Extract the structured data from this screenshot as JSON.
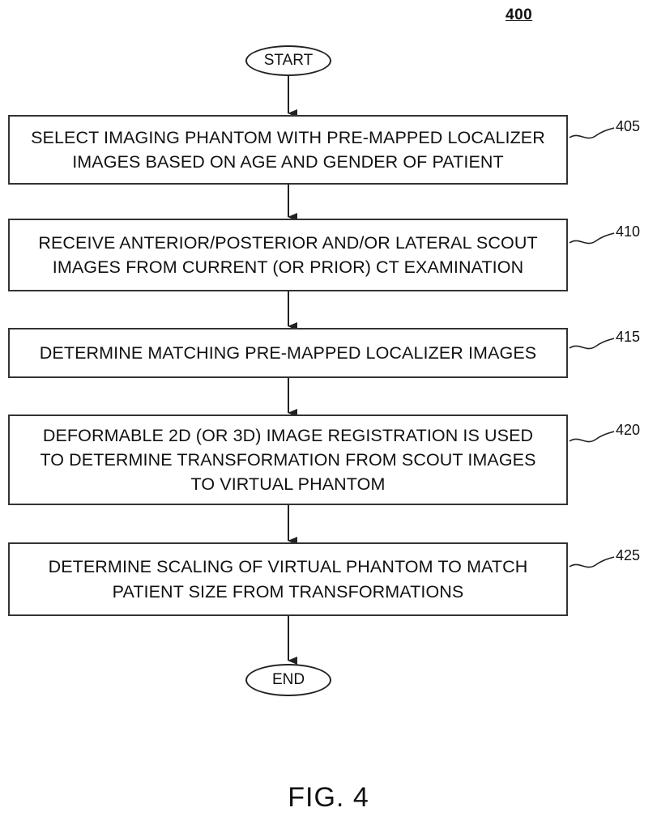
{
  "figure_ref": "400",
  "start_label": "START",
  "end_label": "END",
  "steps": [
    {
      "num": "405",
      "line1": "SELECT IMAGING PHANTOM WITH PRE-MAPPED LOCALIZER",
      "line2": "IMAGES BASED ON AGE AND GENDER OF PATIENT",
      "line3": ""
    },
    {
      "num": "410",
      "line1": "RECEIVE ANTERIOR/POSTERIOR AND/OR LATERAL SCOUT",
      "line2": "IMAGES FROM CURRENT (OR PRIOR) CT EXAMINATION",
      "line3": ""
    },
    {
      "num": "415",
      "line1": "DETERMINE MATCHING PRE-MAPPED LOCALIZER IMAGES",
      "line2": "",
      "line3": ""
    },
    {
      "num": "420",
      "line1": "DEFORMABLE 2D (OR 3D) IMAGE REGISTRATION IS USED",
      "line2": "TO DETERMINE TRANSFORMATION FROM SCOUT IMAGES",
      "line3": "TO VIRTUAL PHANTOM"
    },
    {
      "num": "425",
      "line1": "DETERMINE SCALING OF VIRTUAL PHANTOM TO MATCH",
      "line2": "PATIENT SIZE FROM TRANSFORMATIONS",
      "line3": ""
    }
  ],
  "caption": "FIG. 4"
}
